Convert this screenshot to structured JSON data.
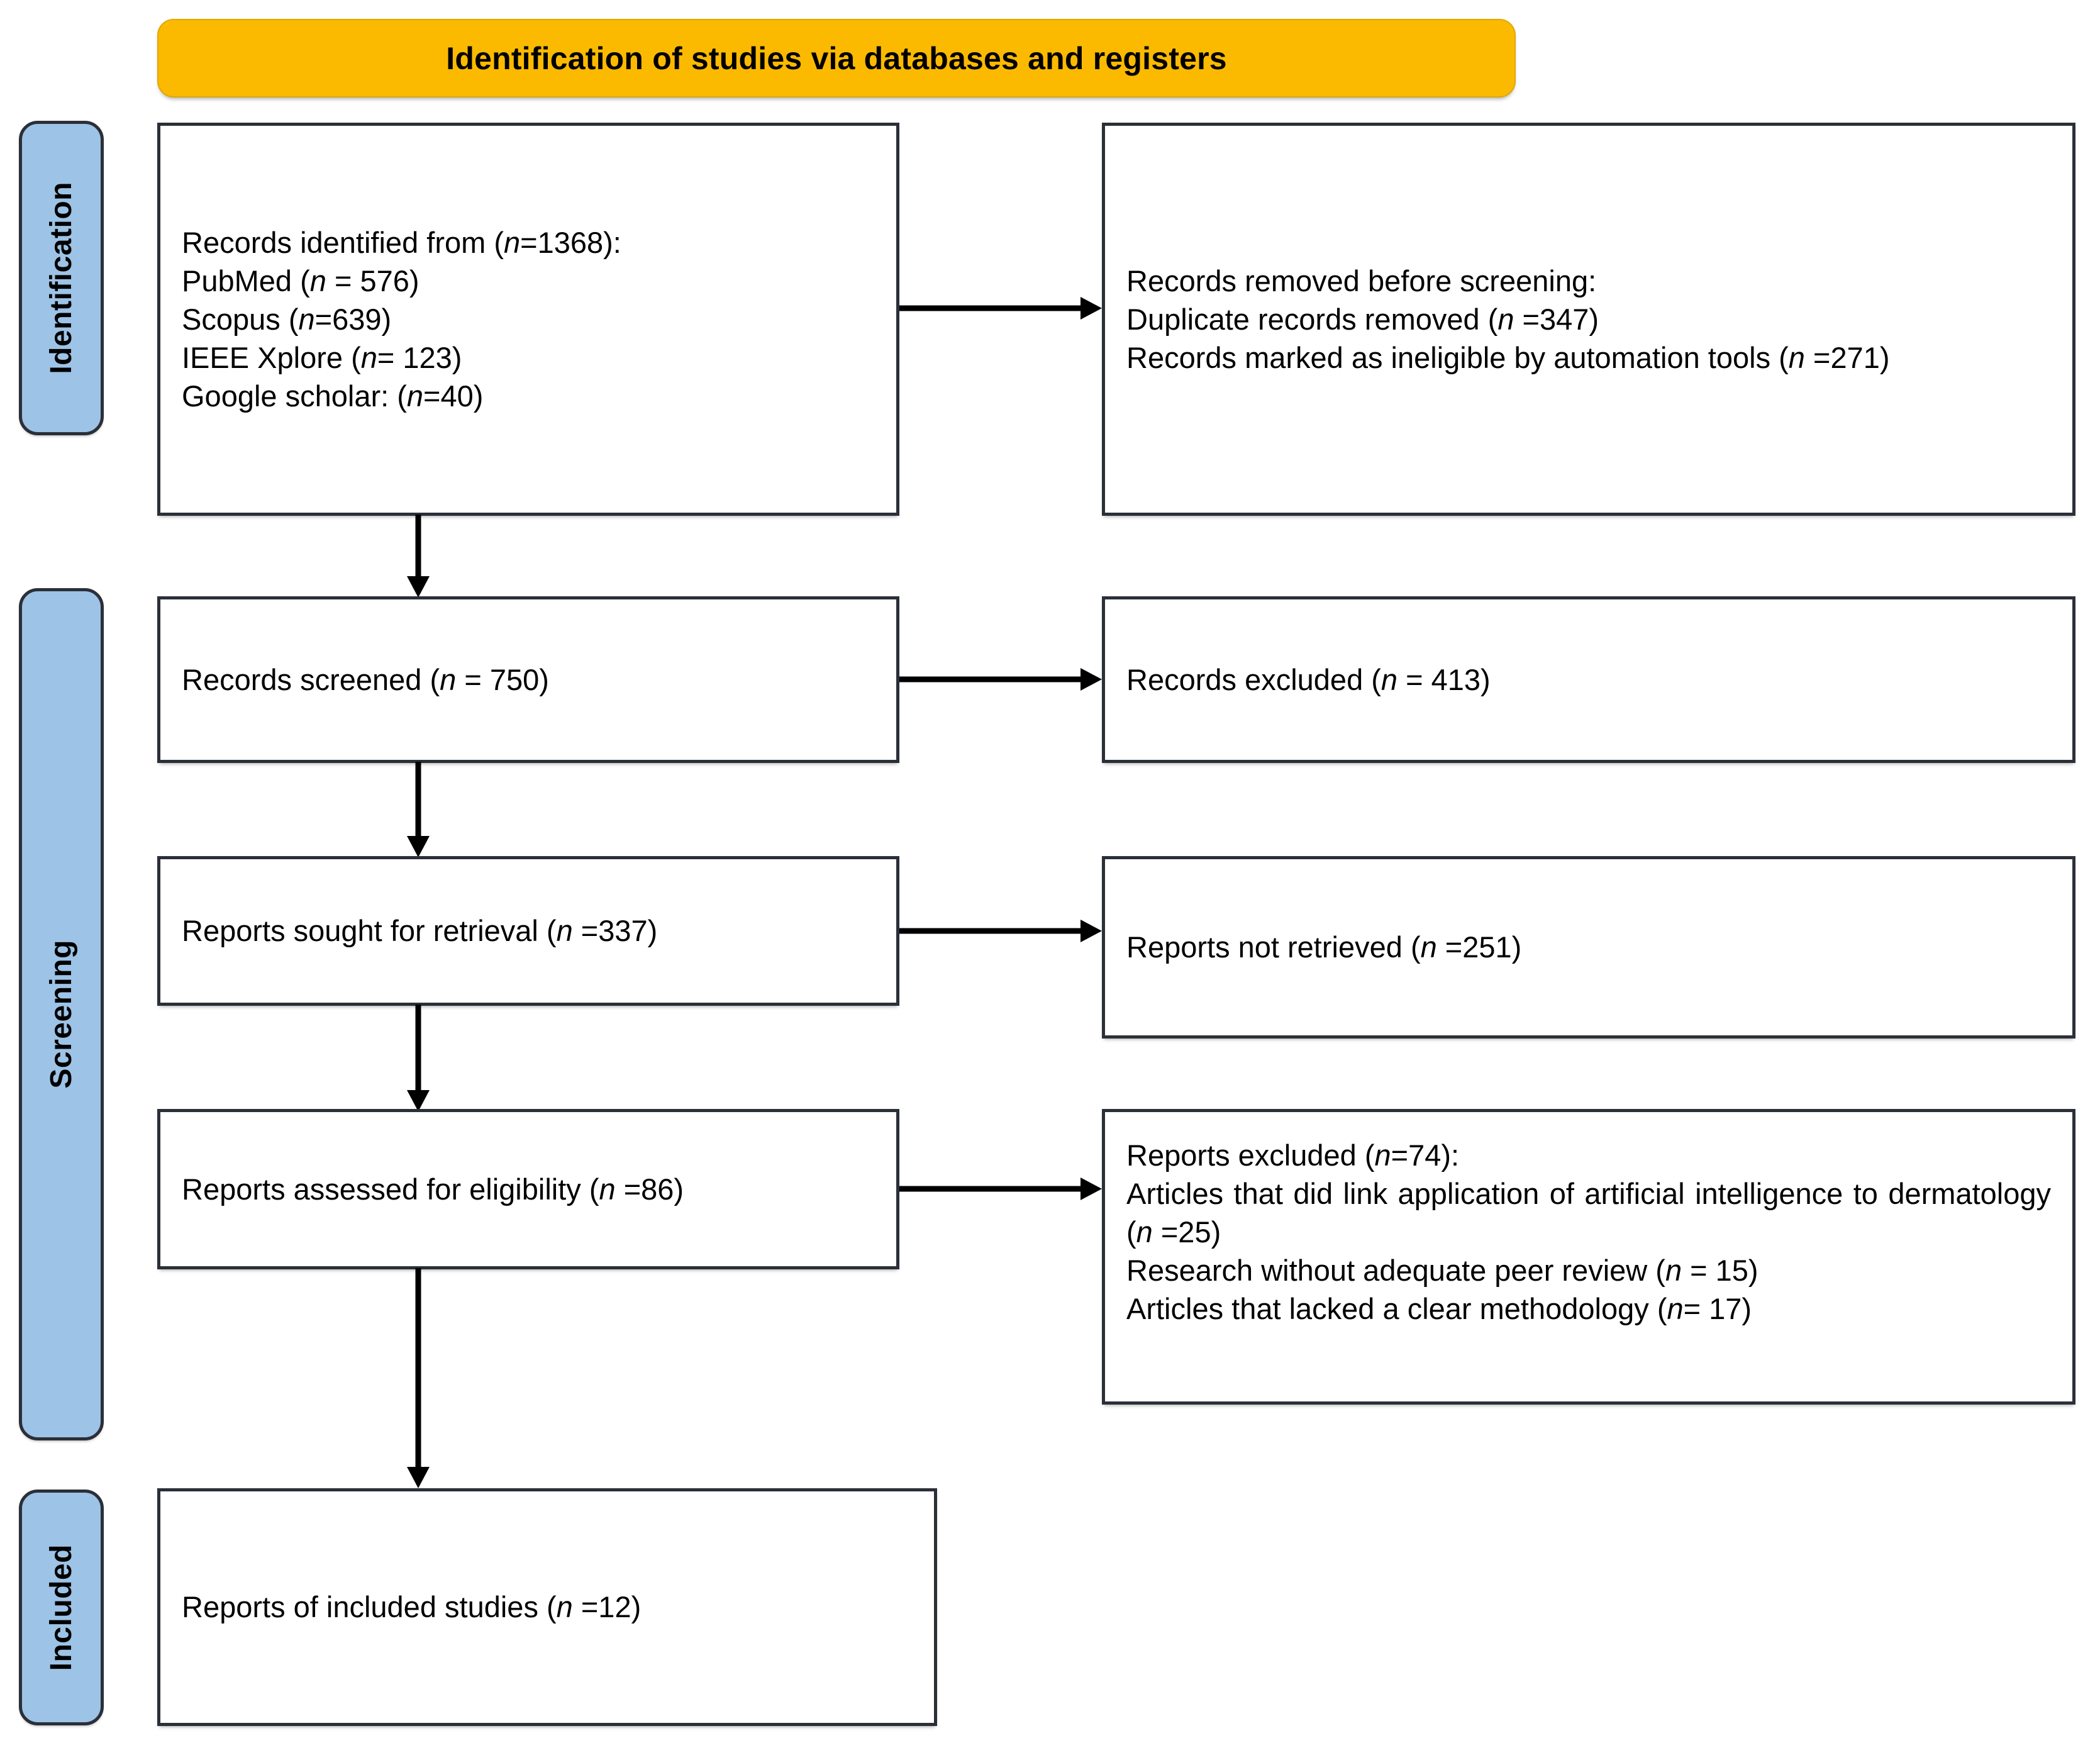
{
  "diagram": {
    "type": "PRISMA 2020 flow diagram",
    "banner": {
      "title": "Identification of studies via databases and registers",
      "fill_color": "#FBBA00"
    },
    "stage_labels": {
      "identification": "Identification",
      "screening": "Screening",
      "included": "Included",
      "fill_color": "#9DC3E6"
    },
    "boxes": {
      "records_identified": {
        "lines": [
          {
            "pre": "Records identified from (",
            "italic": "n",
            "post": "=1368):"
          },
          {
            "pre": "PubMed (",
            "italic": "n",
            "post": " = 576)"
          },
          {
            "pre": "Scopus (",
            "italic": "n",
            "post": "=639)"
          },
          {
            "pre": "IEEE Xplore (",
            "italic": "n",
            "post": "= 123)"
          },
          {
            "pre": "Google scholar: (",
            "italic": "n",
            "post": "=40)"
          }
        ]
      },
      "records_removed": {
        "lines": [
          {
            "pre": "Records removed before screening:",
            "italic": "",
            "post": ""
          },
          {
            "pre": "Duplicate records removed (",
            "italic": "n",
            "post": " =347)"
          },
          {
            "pre": "Records marked as ineligible by automation tools (",
            "italic": "n",
            "post": " =271)"
          }
        ]
      },
      "records_screened": {
        "lines": [
          {
            "pre": "Records screened (",
            "italic": "n",
            "post": " = 750)"
          }
        ]
      },
      "records_excluded": {
        "lines": [
          {
            "pre": "Records excluded (",
            "italic": "n",
            "post": " = 413)"
          }
        ]
      },
      "reports_sought": {
        "lines": [
          {
            "pre": "Reports sought for retrieval (",
            "italic": "n",
            "post": " =337)"
          }
        ]
      },
      "reports_not_retrieved": {
        "lines": [
          {
            "pre": "Reports not retrieved (",
            "italic": "n",
            "post": " =251)"
          }
        ]
      },
      "reports_assessed": {
        "lines": [
          {
            "pre": "Reports assessed for eligibility (",
            "italic": "n",
            "post": " =86)"
          }
        ]
      },
      "reports_excluded": {
        "lines": [
          {
            "pre": "Reports excluded (",
            "italic": "n",
            "post": "=74):"
          },
          {
            "pre": "Articles that did link application of artificial intelligence to dermatology (",
            "italic": "n",
            "post": " =25)"
          },
          {
            "pre": "Research without adequate peer review (",
            "italic": "n",
            "post": " = 15)"
          },
          {
            "pre": "Articles that lacked a clear methodology (",
            "italic": "n",
            "post": "= 17)"
          }
        ]
      },
      "reports_included": {
        "lines": [
          {
            "pre": "Reports of included studies (",
            "italic": "n",
            "post": " =12)"
          }
        ]
      }
    },
    "connectors": {
      "identified_to_removed": "arrow-right",
      "identified_to_screened": "arrow-down",
      "screened_to_excluded": "arrow-right",
      "screened_to_sought": "arrow-down",
      "sought_to_not_retrieved": "arrow-right",
      "sought_to_assessed": "arrow-down",
      "assessed_to_excluded": "arrow-right",
      "assessed_to_included": "arrow-down"
    }
  }
}
